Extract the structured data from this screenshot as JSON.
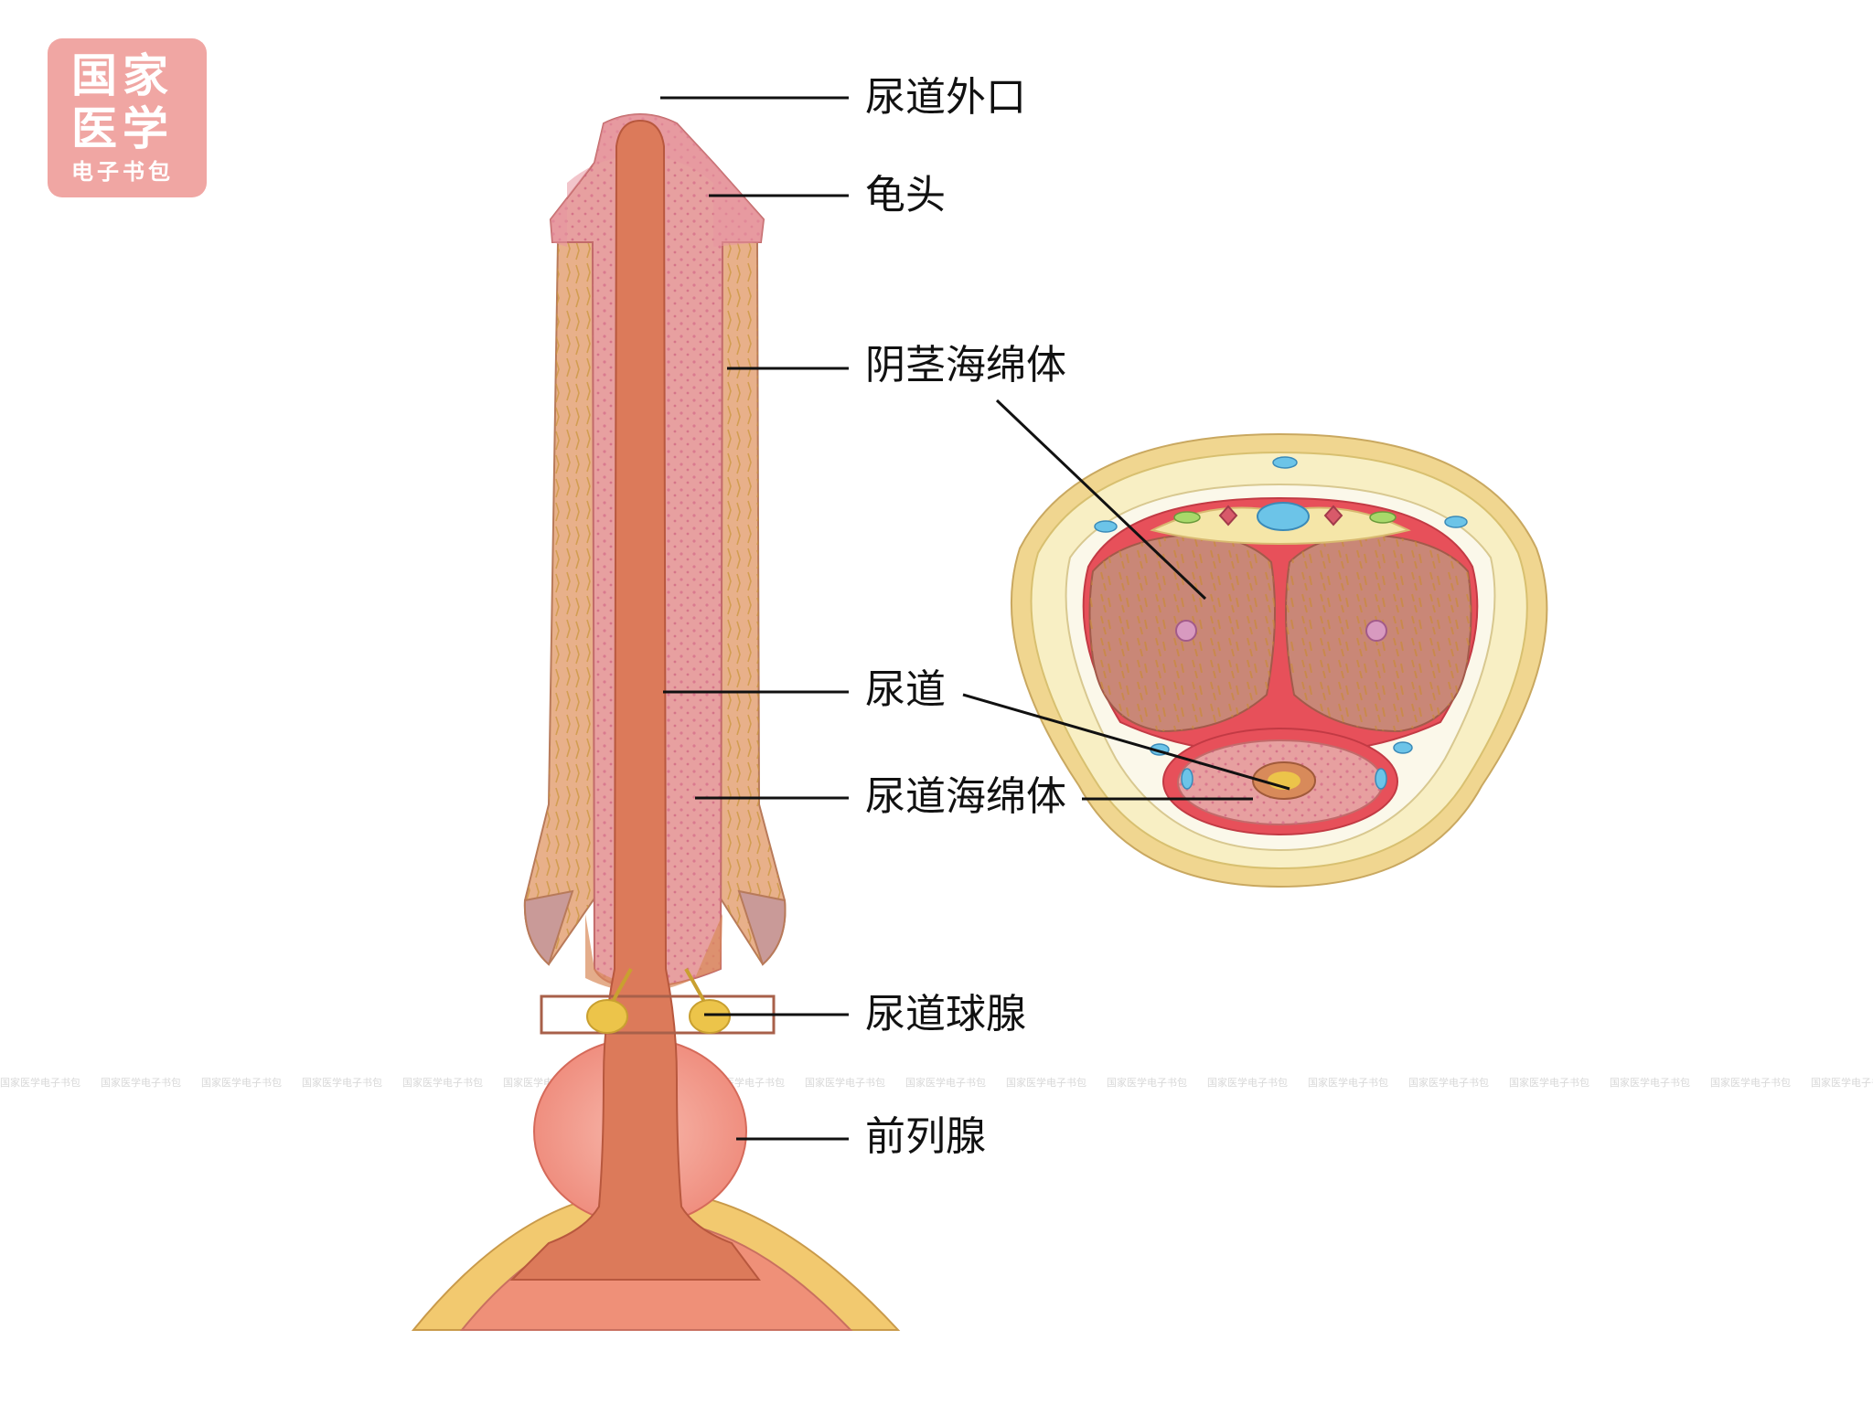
{
  "logo": {
    "line1": "国家",
    "line2": "医学",
    "line3": "电子书包"
  },
  "labels": {
    "external_urethral_orifice": "尿道外口",
    "glans": "龟头",
    "corpus_cavernosum": "阴茎海绵体",
    "urethra": "尿道",
    "corpus_spongiosum": "尿道海绵体",
    "bulbourethral_gland": "尿道球腺",
    "prostate": "前列腺"
  },
  "watermark_text": "国家医学电子书包",
  "colors": {
    "cavernosum": "#e8b08a",
    "glans": "#e7a0a0",
    "urethra": "#dc7a5a",
    "prostate": "#f19a8c",
    "bladder_wall": "#f2c96f",
    "gland": "#ecc44a",
    "cross_red": "#e7505a",
    "cross_tissue": "#c98777",
    "skin": "#f5e6a8",
    "vessel": "#6cc4e8"
  }
}
